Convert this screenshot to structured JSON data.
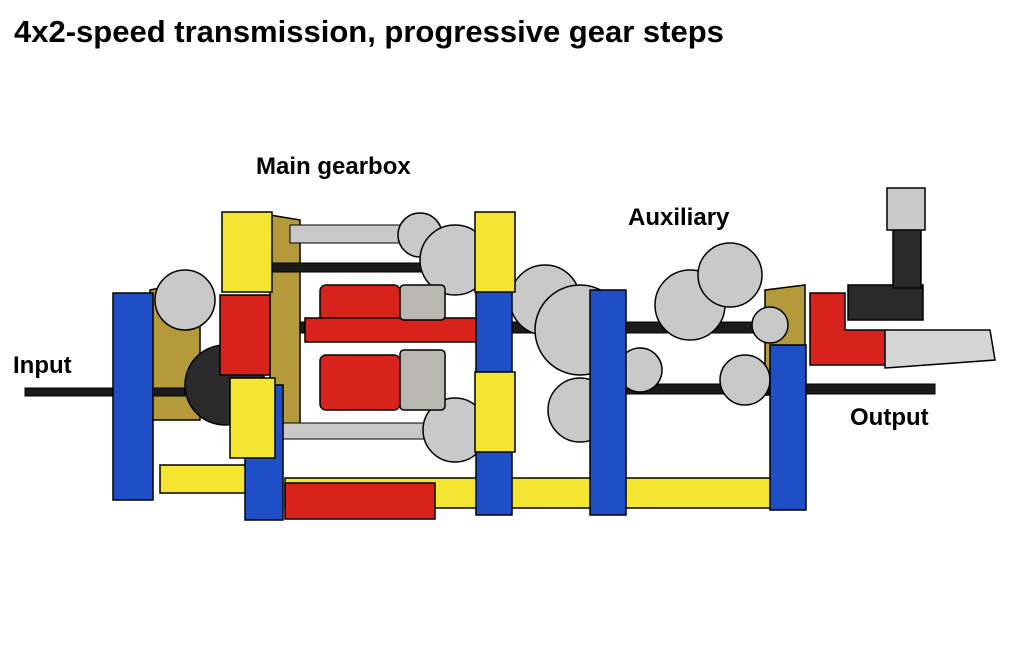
{
  "title": "4x2-speed transmission, progressive gear steps",
  "labels": {
    "main_gearbox": "Main gearbox",
    "auxiliary": "Auxiliary",
    "input": "Input",
    "output": "Output"
  },
  "colors": {
    "beam_blue": "#1e4fc7",
    "beam_yellow": "#f4e533",
    "beam_red": "#d8231d",
    "gear_gray": "#c9c9c9",
    "axle_black": "#1a1a1a",
    "frame_tan": "#b49a3a",
    "outline": "#000000"
  }
}
